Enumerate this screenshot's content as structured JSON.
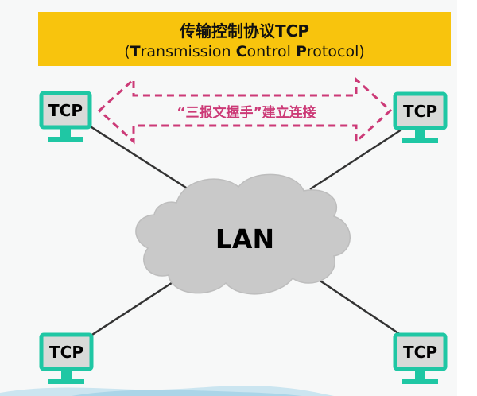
{
  "title": {
    "main": "传输控制协议TCP",
    "sub_open": "(",
    "sub_parts": [
      {
        "bold": "T",
        "rest": "ransmission "
      },
      {
        "bold": "C",
        "rest": "ontrol "
      },
      {
        "bold": "P",
        "rest": "rotocol"
      }
    ],
    "sub_close": ")"
  },
  "handshake_label": "“三报文握手”建立连接",
  "network_label": "LAN",
  "nodes": [
    {
      "label": "TCP"
    },
    {
      "label": "TCP"
    },
    {
      "label": "TCP"
    },
    {
      "label": "TCP"
    }
  ],
  "colors": {
    "banner": "#f8c40d",
    "monitor_border": "#1fc7a4",
    "monitor_screen": "#d8dad8",
    "arrow": "#cc3a77",
    "cloud": "#c9c9c9",
    "link": "#333333"
  }
}
